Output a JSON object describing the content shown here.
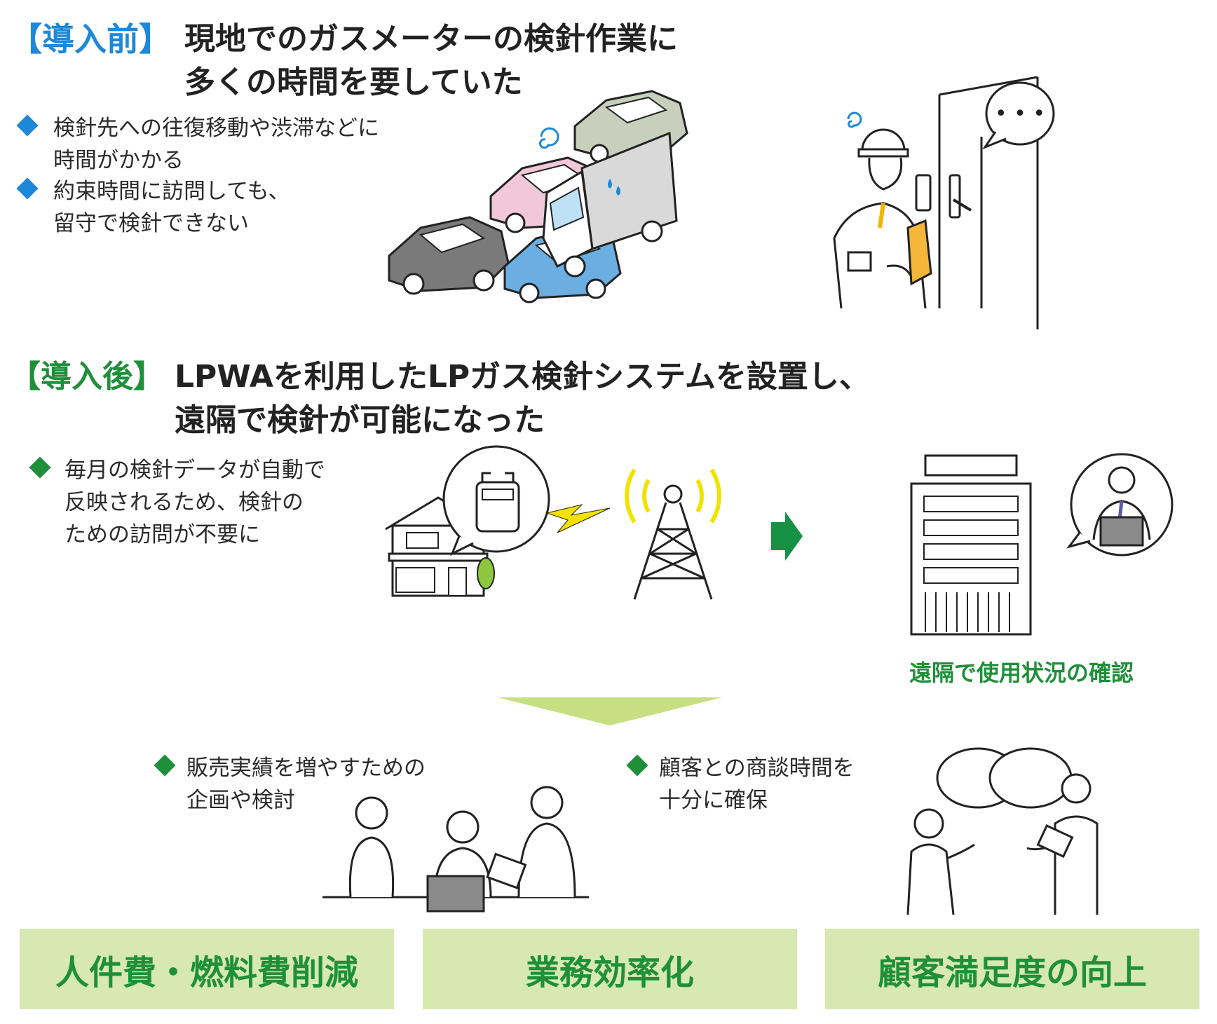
{
  "colors": {
    "blue_accent": "#1e88d8",
    "green_accent": "#1f8f3a",
    "result_bg": "#d7e8b0",
    "arrow_green": "#149142",
    "triangle_green": "#c6df82",
    "signal_yellow": "#f2e200"
  },
  "before": {
    "tag": "【導入前】",
    "title_line1": "現地でのガスメーターの検針作業に",
    "title_line2": "多くの時間を要していた",
    "bullets": [
      {
        "line1": "検針先への往復移動や渋滞などに",
        "line2": "時間がかかる"
      },
      {
        "line1": "約束時間に訪問しても、",
        "line2": "留守で検針できない"
      }
    ],
    "speech_bubble": "• • •"
  },
  "after": {
    "tag": "【導入後】",
    "title_line1": "LPWAを利用したLPガス検針システムを設置し、",
    "title_line2": "遠隔で検針が可能になった",
    "bullet": {
      "line1": "毎月の検針データが自動で",
      "line2": "反映されるため、検針の",
      "line3": "ための訪問が不要に"
    },
    "remote_caption": "遠隔で使用状況の確認"
  },
  "benefits": [
    {
      "line1": "販売実績を増やすための",
      "line2": "企画や検討"
    },
    {
      "line1": "顧客との商談時間を",
      "line2": "十分に確保"
    }
  ],
  "results": [
    "人件費・燃料費削減",
    "業務効率化",
    "顧客満足度の向上"
  ],
  "icons": [
    "traffic-jam-illustration",
    "meter-reader-icon",
    "house-icon",
    "gas-meter-icon",
    "lightning-icon",
    "radio-tower-icon",
    "arrow-right-icon",
    "office-building-icon",
    "office-worker-icon",
    "meeting-illustration",
    "business-talk-illustration"
  ]
}
